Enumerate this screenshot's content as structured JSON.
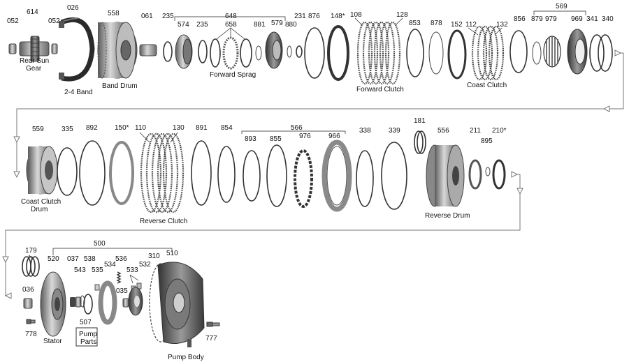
{
  "parts": {
    "p052a": "052",
    "p614": "614",
    "p026": "026",
    "p052b": "052",
    "p558": "558",
    "p061": "061",
    "p235a": "235",
    "p648": "648",
    "p574": "574",
    "p235b": "235",
    "p658": "658",
    "p881": "881",
    "p579": "579",
    "p880": "880",
    "p231": "231",
    "p876": "876",
    "p148": "148*",
    "p108": "108",
    "p128": "128",
    "p853": "853",
    "p878": "878",
    "p152": "152",
    "p112": "112",
    "p132": "132",
    "p856": "856",
    "p569": "569",
    "p879": "879",
    "p979": "979",
    "p969": "969",
    "p341": "341",
    "p340": "340",
    "p559": "559",
    "p335": "335",
    "p892": "892",
    "p150": "150*",
    "p110": "110",
    "p130": "130",
    "p891": "891",
    "p854": "854",
    "p566": "566",
    "p893": "893",
    "p855": "855",
    "p976": "976",
    "p966": "966",
    "p338": "338",
    "p339": "339",
    "p181": "181",
    "p556": "556",
    "p211": "211",
    "p210": "210*",
    "p895": "895",
    "p179": "179",
    "p500": "500",
    "p520": "520",
    "p037": "037",
    "p538": "538",
    "p543": "543",
    "p535": "535",
    "p534": "534",
    "p536": "536",
    "p310": "310",
    "p510": "510",
    "p532": "532",
    "p533": "533",
    "p035": "035",
    "p036": "036",
    "p507": "507",
    "p778": "778",
    "p777": "777"
  },
  "captions": {
    "rear_sun_gear_1": "Rear Sun",
    "rear_sun_gear_2": "Gear",
    "band_24": "2-4 Band",
    "band_drum": "Band Drum",
    "forward_sprag": "Forward Sprag",
    "forward_clutch": "Forward Clutch",
    "coast_clutch": "Coast Clutch",
    "coast_clutch_drum_1": "Coast Clutch",
    "coast_clutch_drum_2": "Drum",
    "reverse_clutch": "Reverse Clutch",
    "reverse_drum": "Reverse Drum",
    "stator": "Stator",
    "pump_parts_1": "Pump",
    "pump_parts_2": "Parts",
    "pump_body": "Pump Body"
  }
}
